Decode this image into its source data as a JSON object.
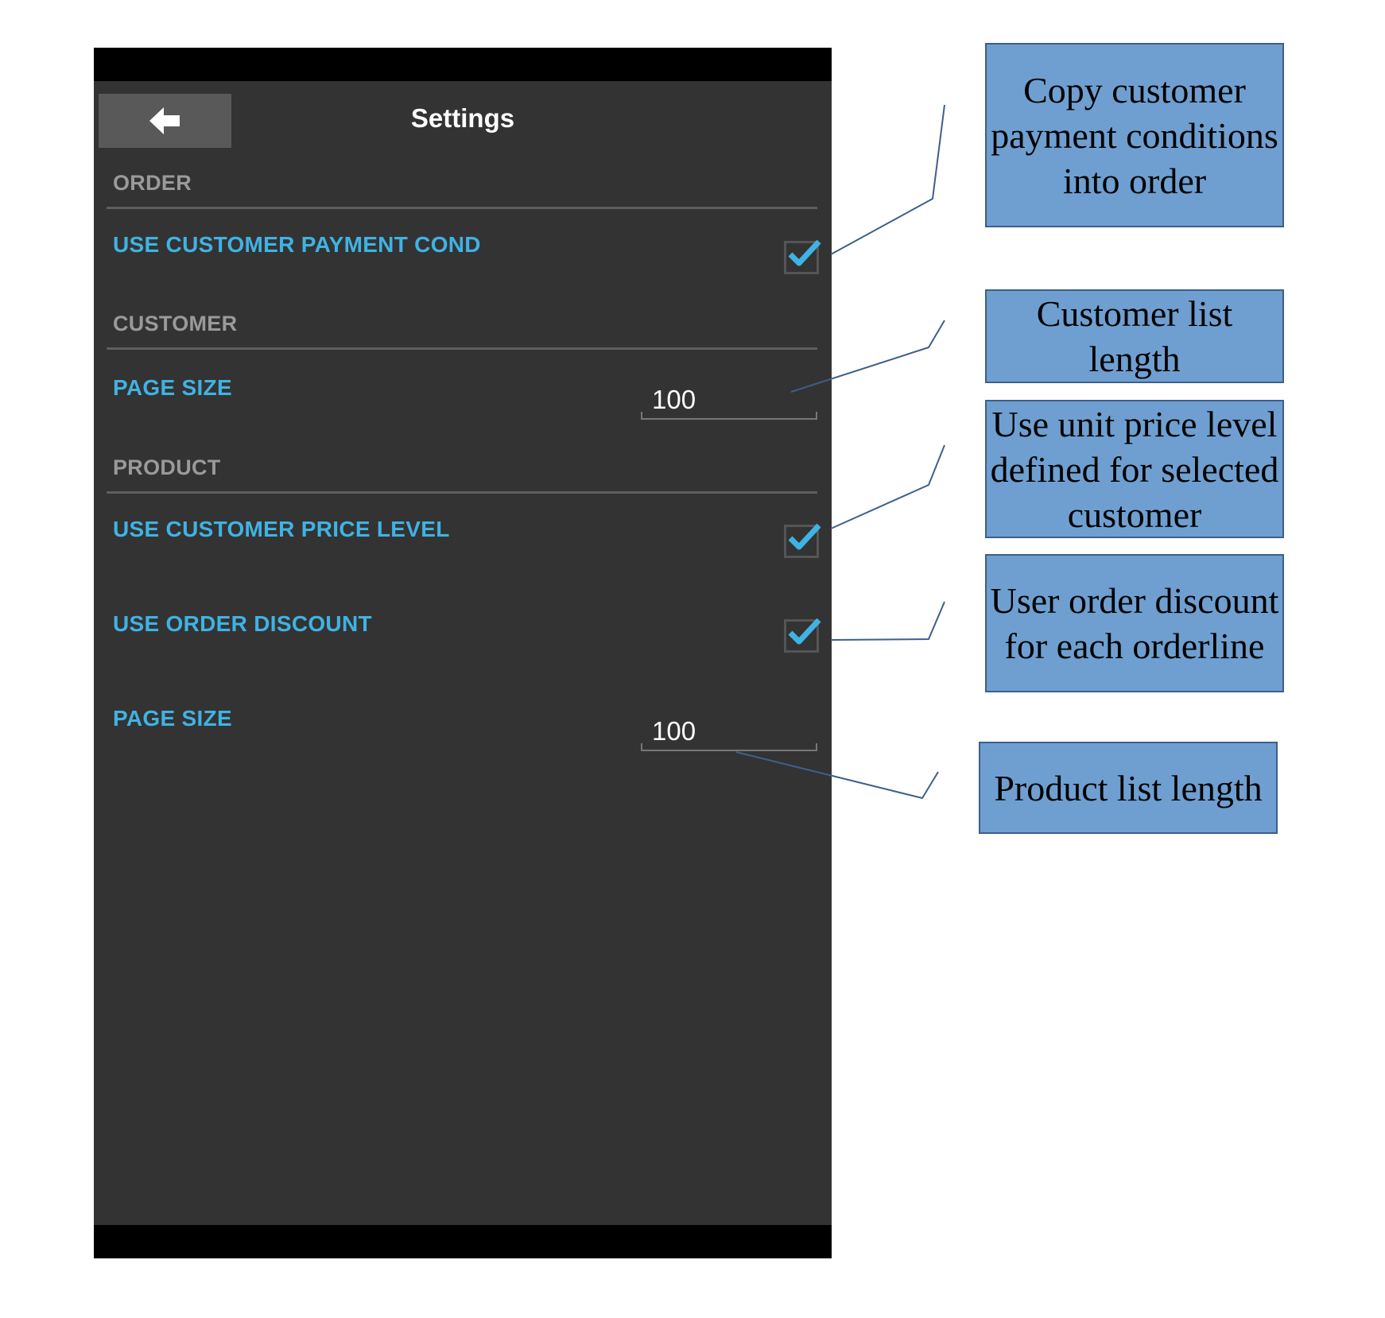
{
  "app": {
    "title": "Settings",
    "back_icon": "arrow-left-icon"
  },
  "sections": {
    "order": {
      "title": "ORDER",
      "use_customer_payment_cond": {
        "label": "USE CUSTOMER PAYMENT COND",
        "checked": true
      }
    },
    "customer": {
      "title": "CUSTOMER",
      "page_size": {
        "label": "PAGE SIZE",
        "value": "100"
      }
    },
    "product": {
      "title": "PRODUCT",
      "use_customer_price_level": {
        "label": "USE CUSTOMER PRICE LEVEL",
        "checked": true
      },
      "use_order_discount": {
        "label": "USE ORDER DISCOUNT",
        "checked": true
      },
      "page_size": {
        "label": "PAGE SIZE",
        "value": "100"
      }
    }
  },
  "annotations": {
    "payment_conditions": "Copy customer payment conditions into order",
    "customer_list_length": "Customer list length",
    "unit_price_level": "Use unit price level defined for selected customer",
    "order_discount": "User order discount for each orderline",
    "product_list_length": "Product list length"
  },
  "colors": {
    "panel_background": "#333333",
    "label_accent": "#3fb3e3",
    "section_title": "#9a9a9a",
    "callout_fill": "#6f9fd0"
  }
}
